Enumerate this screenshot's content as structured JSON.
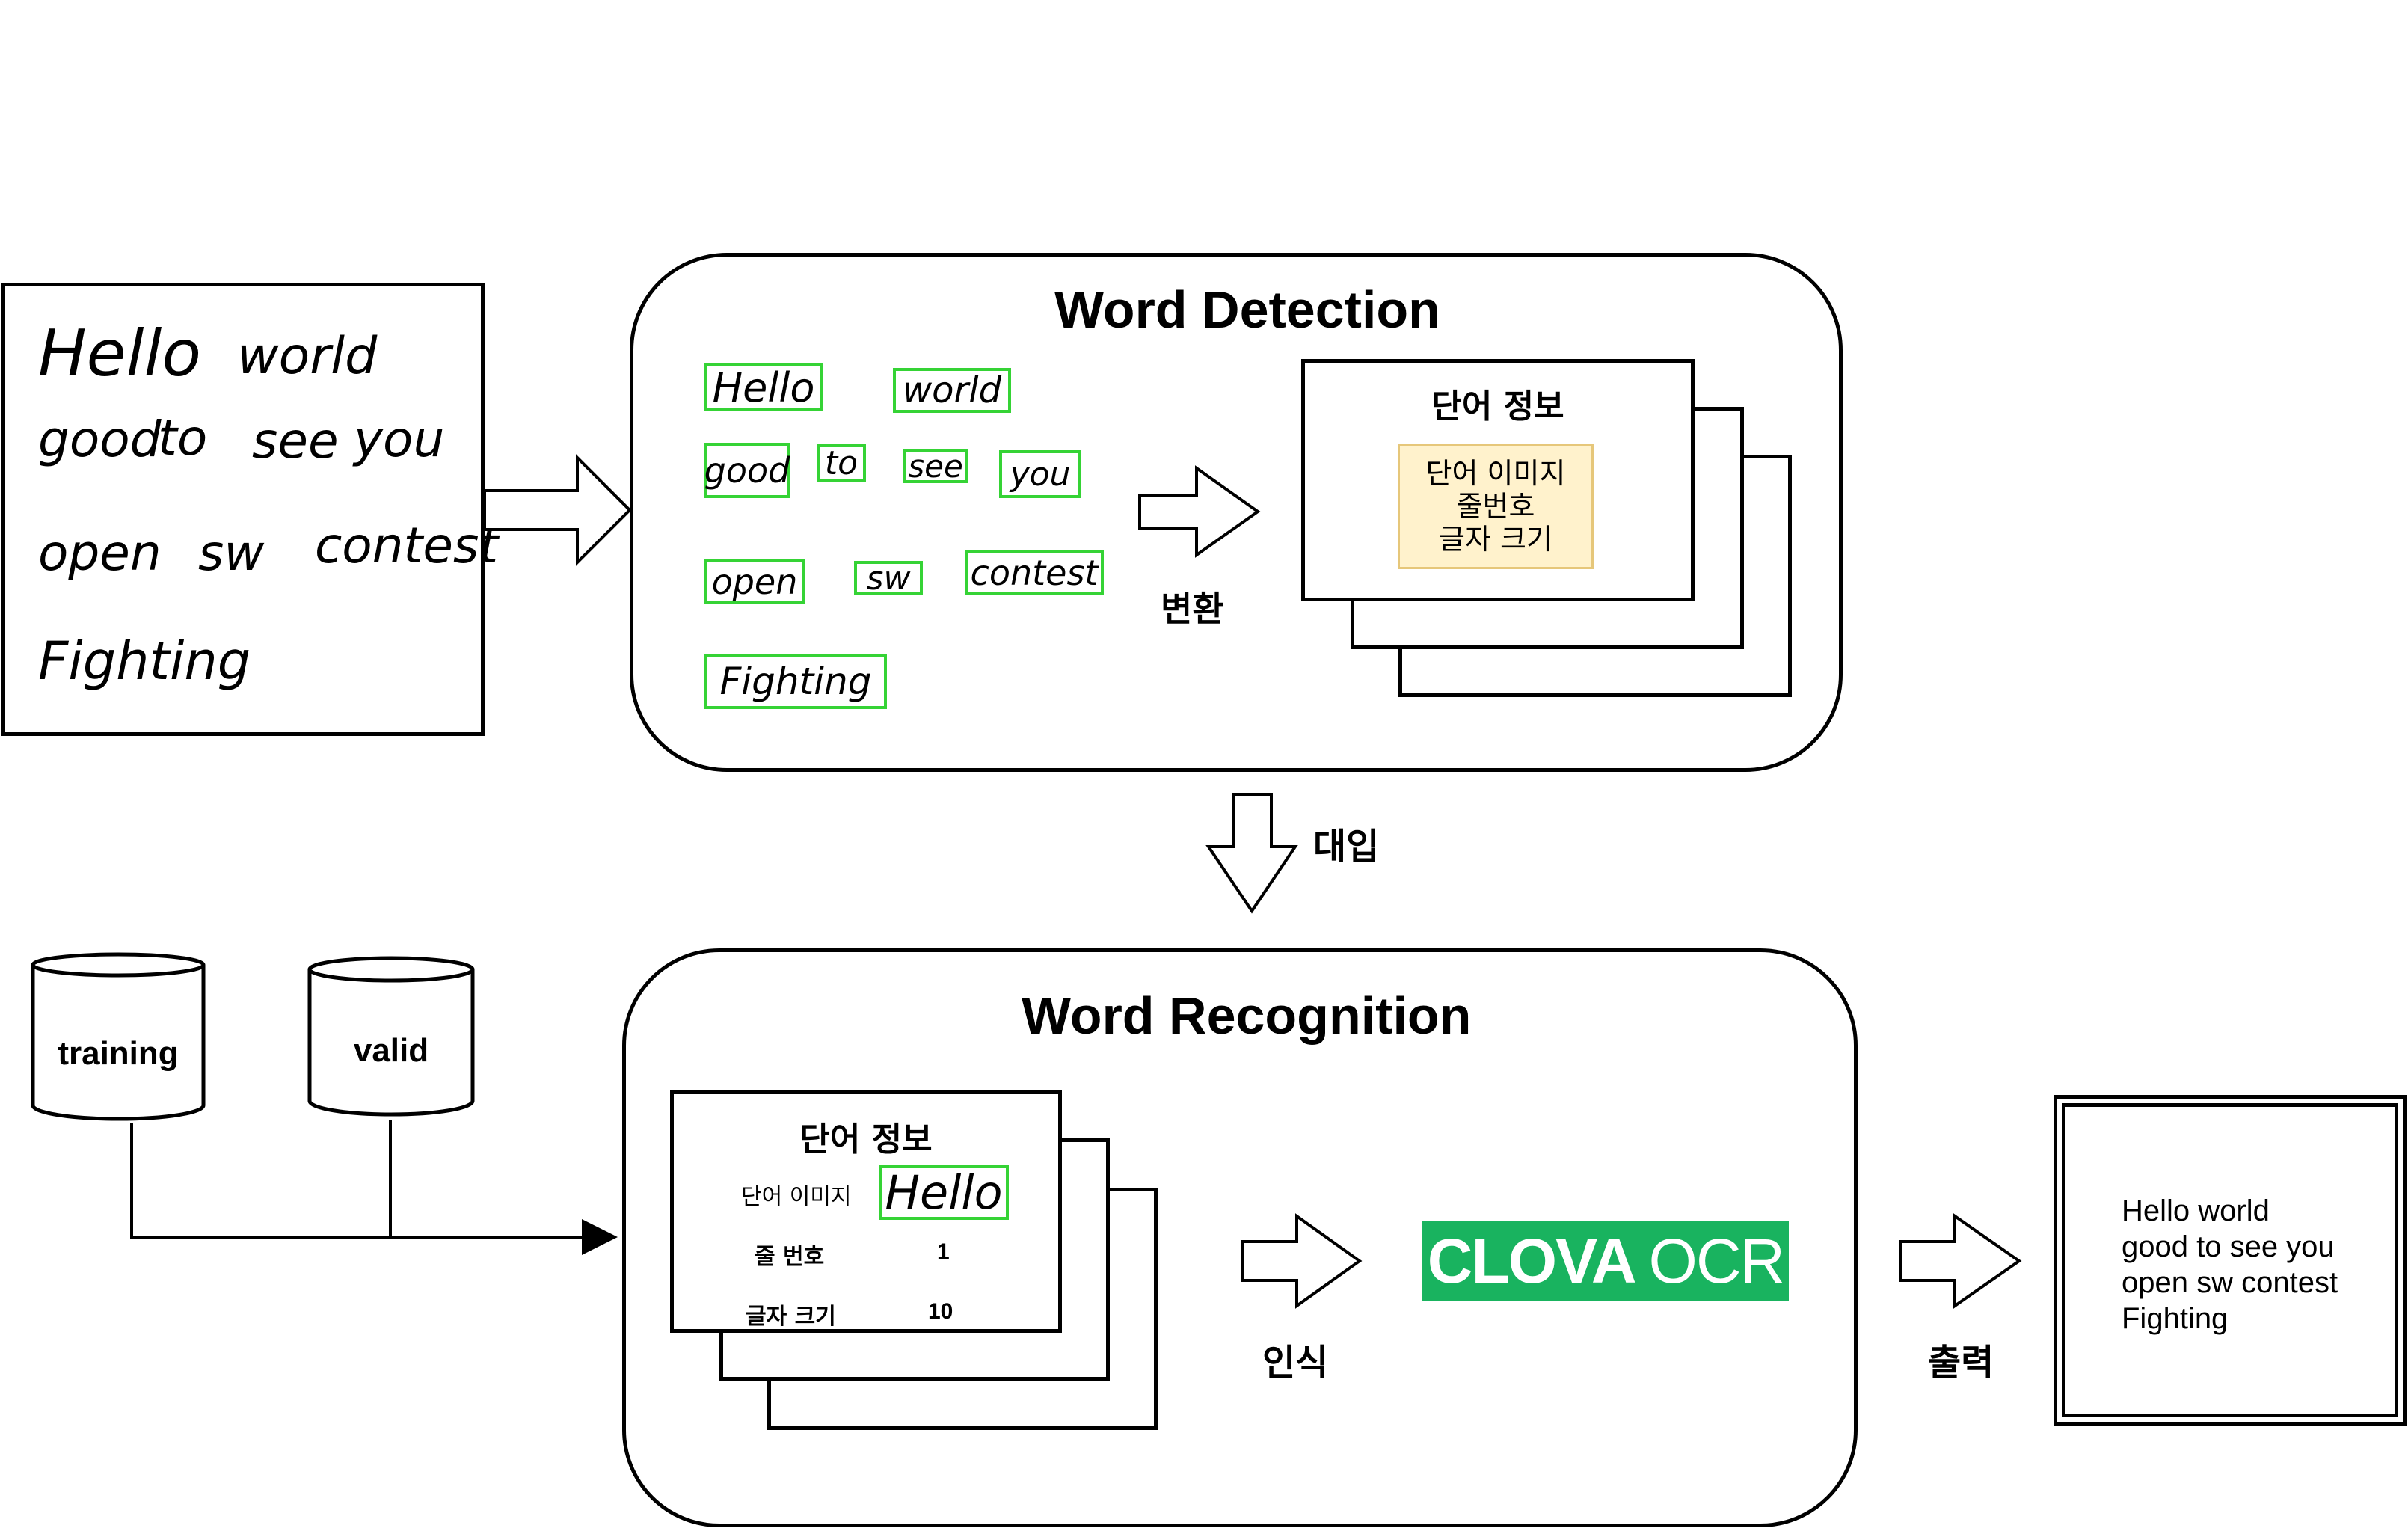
{
  "input_image": {
    "lines": [
      [
        "Hello",
        "world"
      ],
      [
        "good",
        "to",
        "see",
        "you"
      ],
      [
        "open",
        "sw",
        "contest"
      ],
      [
        "Fighting"
      ]
    ]
  },
  "word_detection": {
    "title": "Word Detection",
    "words": [
      "Hello",
      "world",
      "good",
      "to",
      "see",
      "you",
      "open",
      "sw",
      "contest",
      "Fighting"
    ],
    "convert_label": "변환",
    "info_card": {
      "title": "단어 정보",
      "fields": [
        "단어 이미지",
        "줄번호",
        "글자 크기"
      ]
    }
  },
  "substitute_label": "대입",
  "datasets": [
    "training",
    "valid"
  ],
  "word_recognition": {
    "title": "Word Recognition",
    "info_card": {
      "title": "단어 정보",
      "rows": [
        {
          "key": "단어 이미지",
          "value": "Hello"
        },
        {
          "key": "줄 번호",
          "value": "1"
        },
        {
          "key": "글자 크기",
          "value": "10"
        }
      ]
    },
    "recognize_label": "인식",
    "engine": {
      "name_part1": "CLOVA",
      "name_part2": "OCR",
      "color": "#19b35f"
    }
  },
  "output_label": "출력",
  "output": {
    "lines": [
      "Hello world",
      "good to see you",
      "open sw contest",
      "Fighting"
    ]
  },
  "colors": {
    "detection_box": "#35d335",
    "note_fill": "#fff2cc",
    "note_border": "#e6c77a"
  }
}
